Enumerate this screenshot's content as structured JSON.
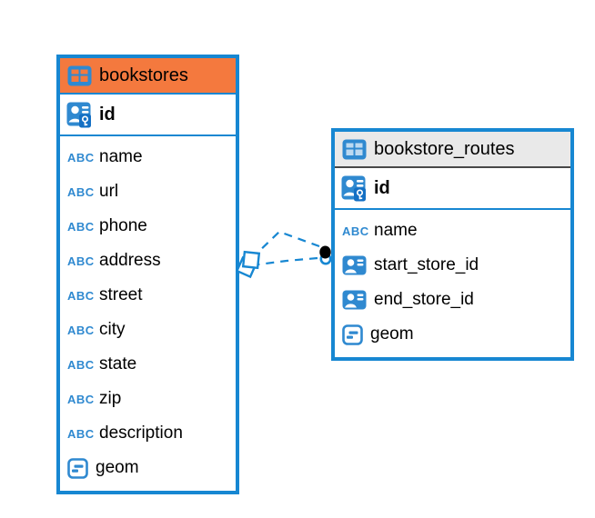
{
  "diagram": {
    "colors": {
      "accent": "#1787D2",
      "icon_blue": "#2F89D0",
      "key_badge": "#1470C4",
      "text": "#000000",
      "bg": "#FFFFFF",
      "connector": "#1787D2",
      "bookstores_header_bg": "#F4793E",
      "routes_header_bg": "#E9E9E9"
    },
    "icons": {
      "text_type_glyph": "ABC"
    },
    "tables": [
      {
        "title": "bookstores",
        "header_bg": "#F4793E",
        "header_divider": "#1787D2",
        "icon_cell_color": "#F4793E",
        "key_column": {
          "name": "id",
          "icon": "primary-key-icon"
        },
        "columns": [
          {
            "name": "name",
            "icon": "text-type-icon"
          },
          {
            "name": "url",
            "icon": "text-type-icon"
          },
          {
            "name": "phone",
            "icon": "text-type-icon"
          },
          {
            "name": "address",
            "icon": "text-type-icon"
          },
          {
            "name": "street",
            "icon": "text-type-icon"
          },
          {
            "name": "city",
            "icon": "text-type-icon"
          },
          {
            "name": "state",
            "icon": "text-type-icon"
          },
          {
            "name": "zip",
            "icon": "text-type-icon"
          },
          {
            "name": "description",
            "icon": "text-type-icon"
          },
          {
            "name": "geom",
            "icon": "geometry-type-icon"
          }
        ]
      },
      {
        "title": "bookstore_routes",
        "header_bg": "#E9E9E9",
        "header_divider": "#474747",
        "icon_cell_color": "#BCD9F1",
        "key_column": {
          "name": "id",
          "icon": "primary-key-icon"
        },
        "columns": [
          {
            "name": "name",
            "icon": "text-type-icon"
          },
          {
            "name": "start_store_id",
            "icon": "foreign-key-icon"
          },
          {
            "name": "end_store_id",
            "icon": "foreign-key-icon"
          },
          {
            "name": "geom",
            "icon": "geometry-type-icon"
          }
        ]
      }
    ],
    "connection": {
      "from_table": "bookstore_routes",
      "to_table": "bookstores",
      "line_style": "dashed",
      "line_count": 2,
      "end_markers": "two overlapping squares (bookstores side), stacked dots (routes side)"
    }
  }
}
